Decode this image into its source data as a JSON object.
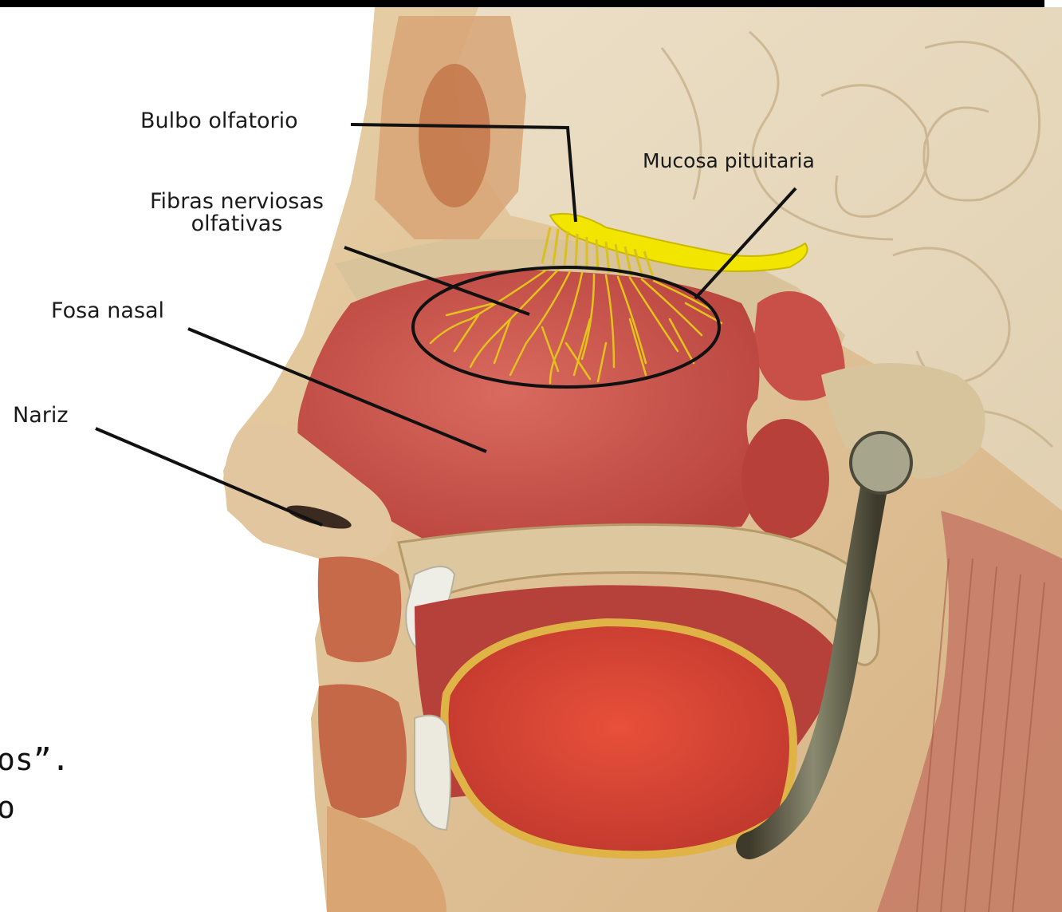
{
  "labels": {
    "bulbo_olfatorio": "Bulbo olfatorio",
    "mucosa_pituitaria": "Mucosa pituitaria",
    "fibras_line1": "Fibras nerviosas",
    "fibras_line2": "olfativas",
    "fosa_nasal": "Fosa nasal",
    "nariz": "Nariz"
  },
  "cut_text": {
    "line1": "os”.",
    "line2": "o"
  },
  "colors": {
    "bulb": "#f2e600",
    "nerve_fibers": "#e0c21a",
    "nasal_cavity": "#c9504a",
    "bone": "#d9c39a",
    "leader_lines": "#111111"
  }
}
